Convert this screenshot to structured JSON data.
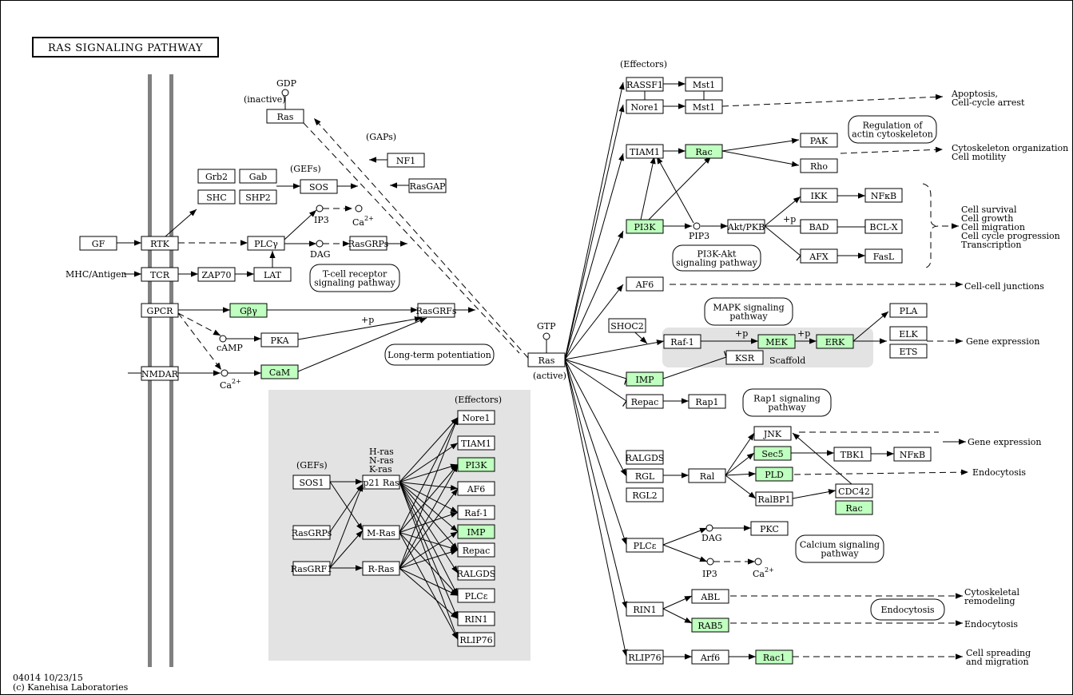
{
  "title": "RAS SIGNALING PATHWAY",
  "footer": {
    "line1": "04014 10/23/15",
    "line2": "(c) Kanehisa Laboratories"
  },
  "colors": {
    "gene_highlight": "#bfffbf",
    "scaffold_bg": "#e0e0e0",
    "membrane": "#808080"
  },
  "nodes": [
    {
      "id": "grb2",
      "label": "Grb2",
      "green": false
    },
    {
      "id": "gab",
      "label": "Gab",
      "green": false
    },
    {
      "id": "shc",
      "label": "SHC",
      "green": false
    },
    {
      "id": "shp2",
      "label": "SHP2",
      "green": false
    },
    {
      "id": "sos",
      "label": "SOS",
      "green": false
    },
    {
      "id": "nf1",
      "label": "NF1",
      "green": false
    },
    {
      "id": "rasgap",
      "label": "RasGAP",
      "green": false
    },
    {
      "id": "ras_inactive",
      "label": "Ras",
      "green": false
    },
    {
      "id": "gf",
      "label": "GF",
      "green": false
    },
    {
      "id": "rtk",
      "label": "RTK",
      "green": false
    },
    {
      "id": "plcg",
      "label": "PLCγ",
      "green": false
    },
    {
      "id": "rasgrps_top",
      "label": "RasGRPs",
      "green": false
    },
    {
      "id": "tcr",
      "label": "TCR",
      "green": false
    },
    {
      "id": "zap70",
      "label": "ZAP70",
      "green": false
    },
    {
      "id": "lat",
      "label": "LAT",
      "green": false
    },
    {
      "id": "gpcr",
      "label": "GPCR",
      "green": false
    },
    {
      "id": "gbg",
      "label": "Gβγ",
      "green": true
    },
    {
      "id": "rasgrfs_top",
      "label": "RasGRFs",
      "green": false
    },
    {
      "id": "pka",
      "label": "PKA",
      "green": false
    },
    {
      "id": "nmdar",
      "label": "NMDAR",
      "green": false
    },
    {
      "id": "cam",
      "label": "CaM",
      "green": true
    },
    {
      "id": "ras_active",
      "label": "Ras",
      "green": false
    },
    {
      "id": "sos1",
      "label": "SOS1",
      "green": false
    },
    {
      "id": "rasgrps_box",
      "label": "RasGRPs",
      "green": false
    },
    {
      "id": "rasgrf1",
      "label": "RasGRF1",
      "green": false
    },
    {
      "id": "p21ras",
      "label": "p21 Ras",
      "green": false
    },
    {
      "id": "mras",
      "label": "M-Ras",
      "green": false
    },
    {
      "id": "rras",
      "label": "R-Ras",
      "green": false
    },
    {
      "id": "e_nore1",
      "label": "Nore1",
      "green": false
    },
    {
      "id": "e_tiam1",
      "label": "TIAM1",
      "green": false
    },
    {
      "id": "e_pi3k",
      "label": "PI3K",
      "green": true
    },
    {
      "id": "e_af6",
      "label": "AF6",
      "green": false
    },
    {
      "id": "e_raf1",
      "label": "Raf-1",
      "green": false
    },
    {
      "id": "e_imp",
      "label": "IMP",
      "green": true
    },
    {
      "id": "e_repac",
      "label": "Repac",
      "green": false
    },
    {
      "id": "e_ralgds",
      "label": "RALGDS",
      "green": false
    },
    {
      "id": "e_plce",
      "label": "PLCε",
      "green": false
    },
    {
      "id": "e_rin1",
      "label": "RIN1",
      "green": false
    },
    {
      "id": "e_rlip76",
      "label": "RLIP76",
      "green": false
    },
    {
      "id": "rassf1",
      "label": "RASSF1",
      "green": false
    },
    {
      "id": "mst1a",
      "label": "Mst1",
      "green": false
    },
    {
      "id": "nore1",
      "label": "Nore1",
      "green": false
    },
    {
      "id": "mst1b",
      "label": "Mst1",
      "green": false
    },
    {
      "id": "tiam1",
      "label": "TIAM1",
      "green": false
    },
    {
      "id": "rac_top",
      "label": "Rac",
      "green": true
    },
    {
      "id": "pak",
      "label": "PAK",
      "green": false
    },
    {
      "id": "rho",
      "label": "Rho",
      "green": false
    },
    {
      "id": "pi3k",
      "label": "PI3K",
      "green": true
    },
    {
      "id": "akt",
      "label": "Akt/PKB",
      "green": false
    },
    {
      "id": "ikk",
      "label": "IKK",
      "green": false
    },
    {
      "id": "nfkb_top",
      "label": "NFκB",
      "green": false
    },
    {
      "id": "bad",
      "label": "BAD",
      "green": false
    },
    {
      "id": "bclx",
      "label": "BCL-X",
      "green": false
    },
    {
      "id": "afx",
      "label": "AFX",
      "green": false
    },
    {
      "id": "fasl",
      "label": "FasL",
      "green": false
    },
    {
      "id": "af6",
      "label": "AF6",
      "green": false
    },
    {
      "id": "shoc2",
      "label": "SHOC2",
      "green": false
    },
    {
      "id": "raf1",
      "label": "Raf-1",
      "green": false
    },
    {
      "id": "mek",
      "label": "MEK",
      "green": true
    },
    {
      "id": "erk",
      "label": "ERK",
      "green": true
    },
    {
      "id": "ksr",
      "label": "KSR",
      "green": false
    },
    {
      "id": "pla",
      "label": "PLA",
      "green": false
    },
    {
      "id": "elk",
      "label": "ELK",
      "green": false
    },
    {
      "id": "ets",
      "label": "ETS",
      "green": false
    },
    {
      "id": "imp",
      "label": "IMP",
      "green": true
    },
    {
      "id": "repac",
      "label": "Repac",
      "green": false
    },
    {
      "id": "rap1",
      "label": "Rap1",
      "green": false
    },
    {
      "id": "ralgds",
      "label": "RALGDS",
      "green": false
    },
    {
      "id": "rgl",
      "label": "RGL",
      "green": false
    },
    {
      "id": "rgl2",
      "label": "RGL2",
      "green": false
    },
    {
      "id": "ral",
      "label": "Ral",
      "green": false
    },
    {
      "id": "jnk",
      "label": "JNK",
      "green": false
    },
    {
      "id": "sec5",
      "label": "Sec5",
      "green": true
    },
    {
      "id": "pld",
      "label": "PLD",
      "green": true
    },
    {
      "id": "ralbp1",
      "label": "RalBP1",
      "green": false
    },
    {
      "id": "tbk1",
      "label": "TBK1",
      "green": false
    },
    {
      "id": "nfkb_bot",
      "label": "NFκB",
      "green": false
    },
    {
      "id": "cdc42",
      "label": "CDC42",
      "green": false
    },
    {
      "id": "rac_mid",
      "label": "Rac",
      "green": true
    },
    {
      "id": "plce",
      "label": "PLCε",
      "green": false
    },
    {
      "id": "pkc",
      "label": "PKC",
      "green": false
    },
    {
      "id": "rin1",
      "label": "RIN1",
      "green": false
    },
    {
      "id": "abl",
      "label": "ABL",
      "green": false
    },
    {
      "id": "rab5",
      "label": "RAB5",
      "green": true
    },
    {
      "id": "rlip76",
      "label": "RLIP76",
      "green": false
    },
    {
      "id": "arf6",
      "label": "Arf6",
      "green": false
    },
    {
      "id": "rac1",
      "label": "Rac1",
      "green": true
    }
  ],
  "pathways": [
    {
      "id": "tcr_path",
      "lines": [
        "T-cell receptor",
        "signaling pathway"
      ]
    },
    {
      "id": "ltp_path",
      "lines": [
        "Long-term potentiation"
      ]
    },
    {
      "id": "actin_path",
      "lines": [
        "Regulation of",
        "actin cytoskeleton"
      ]
    },
    {
      "id": "pi3k_path",
      "lines": [
        "PI3K-Akt",
        "signaling pathway"
      ]
    },
    {
      "id": "mapk_path",
      "lines": [
        "MAPK signaling",
        "pathway"
      ]
    },
    {
      "id": "rap1_path",
      "lines": [
        "Rap1 signaling",
        "pathway"
      ]
    },
    {
      "id": "calcium_path",
      "lines": [
        "Calcium signaling",
        "pathway"
      ]
    },
    {
      "id": "endo_path",
      "lines": [
        "Endocytosis"
      ]
    }
  ],
  "labels": {
    "gdp": "GDP",
    "inactive": "(inactive)",
    "gaps": "(GAPs)",
    "gefs_top": "(GEFs)",
    "ip3_top": "IP3",
    "ca_top1": "Ca",
    "ca_sup": "2+",
    "dag_top": "DAG",
    "mhc": "MHC/Antigen",
    "camp": "cAMP",
    "ca_top2": "Ca",
    "plus_p": "+p",
    "gtp": "GTP",
    "active": "(active)",
    "effectors_top": "(Effectors)",
    "effectors_box": "(Effectors)",
    "gefs_box": "(GEFs)",
    "hras": "H-ras",
    "nras": "N-ras",
    "kras": "K-ras",
    "pip3": "PIP3",
    "scaffold": "Scaffold",
    "dag_bot": "DAG",
    "ip3_bot": "IP3",
    "ca_bot": "Ca"
  },
  "outcomes": {
    "apoptosis": [
      "Apoptosis,",
      "Cell-cycle arrest"
    ],
    "cytoskeleton": [
      "Cytoskeleton organization",
      "Cell motility"
    ],
    "survival": [
      "Cell survival",
      "Cell growth",
      "Cell migration",
      "Cell cycle progression",
      "Transcription"
    ],
    "junctions": [
      "Cell-cell junctions"
    ],
    "gene_expr1": [
      "Gene expression"
    ],
    "gene_expr2": [
      "Gene expression"
    ],
    "endocytosis1": [
      "Endocytosis"
    ],
    "cyto_remodel": [
      "Cytoskeletal",
      "remodeling"
    ],
    "endocytosis2": [
      "Endocytosis"
    ],
    "spreading": [
      "Cell spreading",
      "and migration"
    ]
  }
}
